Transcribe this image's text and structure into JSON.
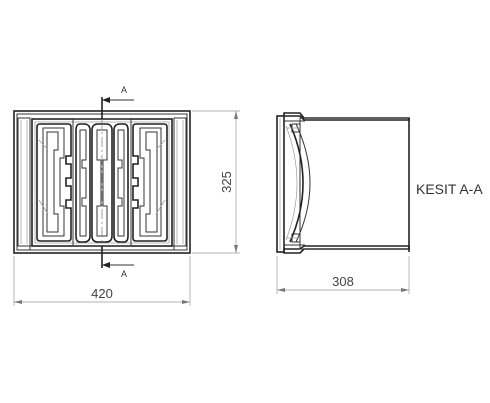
{
  "front_view": {
    "width_dimension": "420",
    "height_dimension": "325",
    "section_marker_top": "A",
    "section_marker_bottom": "A"
  },
  "section_view": {
    "depth_dimension": "308",
    "label": "KESIT A-A"
  }
}
